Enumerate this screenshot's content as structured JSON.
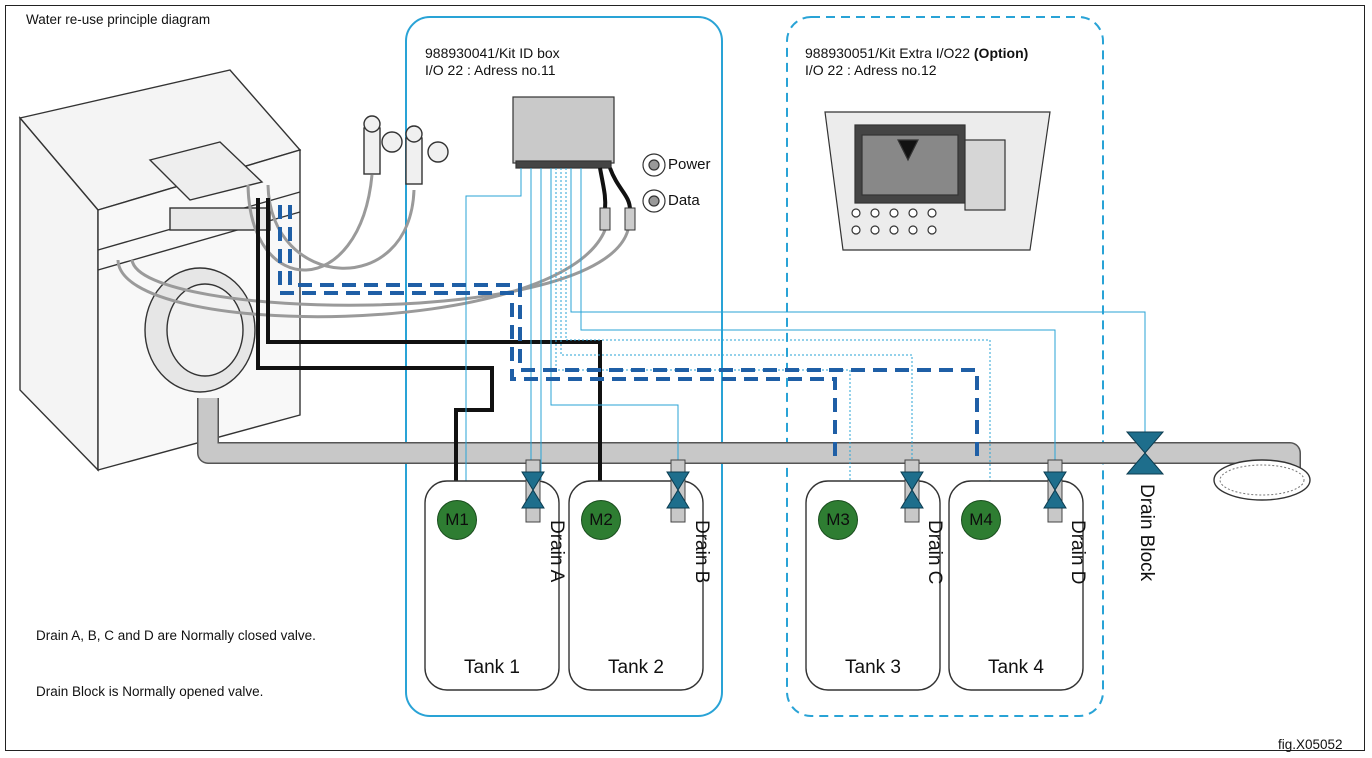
{
  "title": "Water re-use principle diagram",
  "kit_id_box": {
    "line1": "988930041/Kit ID box",
    "line2": "I/O 22 : Adress no.11"
  },
  "kit_extra": {
    "line1_main": "988930051/Kit Extra I/O22 ",
    "line1_bold": "(Option)",
    "line2": "I/O 22 : Adress no.12"
  },
  "connectors": {
    "power": "Power",
    "data": "Data"
  },
  "tanks": [
    "Tank 1",
    "Tank 2",
    "Tank 3",
    "Tank 4"
  ],
  "motors": [
    "M1",
    "M2",
    "M3",
    "M4"
  ],
  "drains": [
    "Drain A",
    "Drain B",
    "Drain C",
    "Drain D"
  ],
  "drain_block": "Drain Block",
  "notes": {
    "normally_closed": "Drain A, B, C and D are Normally closed valve.",
    "normally_opened": "Drain Block is Normally opened valve."
  },
  "fig_id": "fig.X05052",
  "colors": {
    "box_outline": "#29a3d6",
    "dashed_line": "#1f5fa6",
    "motor": "#2e7d32",
    "valve": "#1e6e8c",
    "pipe": "#c8c8c8"
  }
}
